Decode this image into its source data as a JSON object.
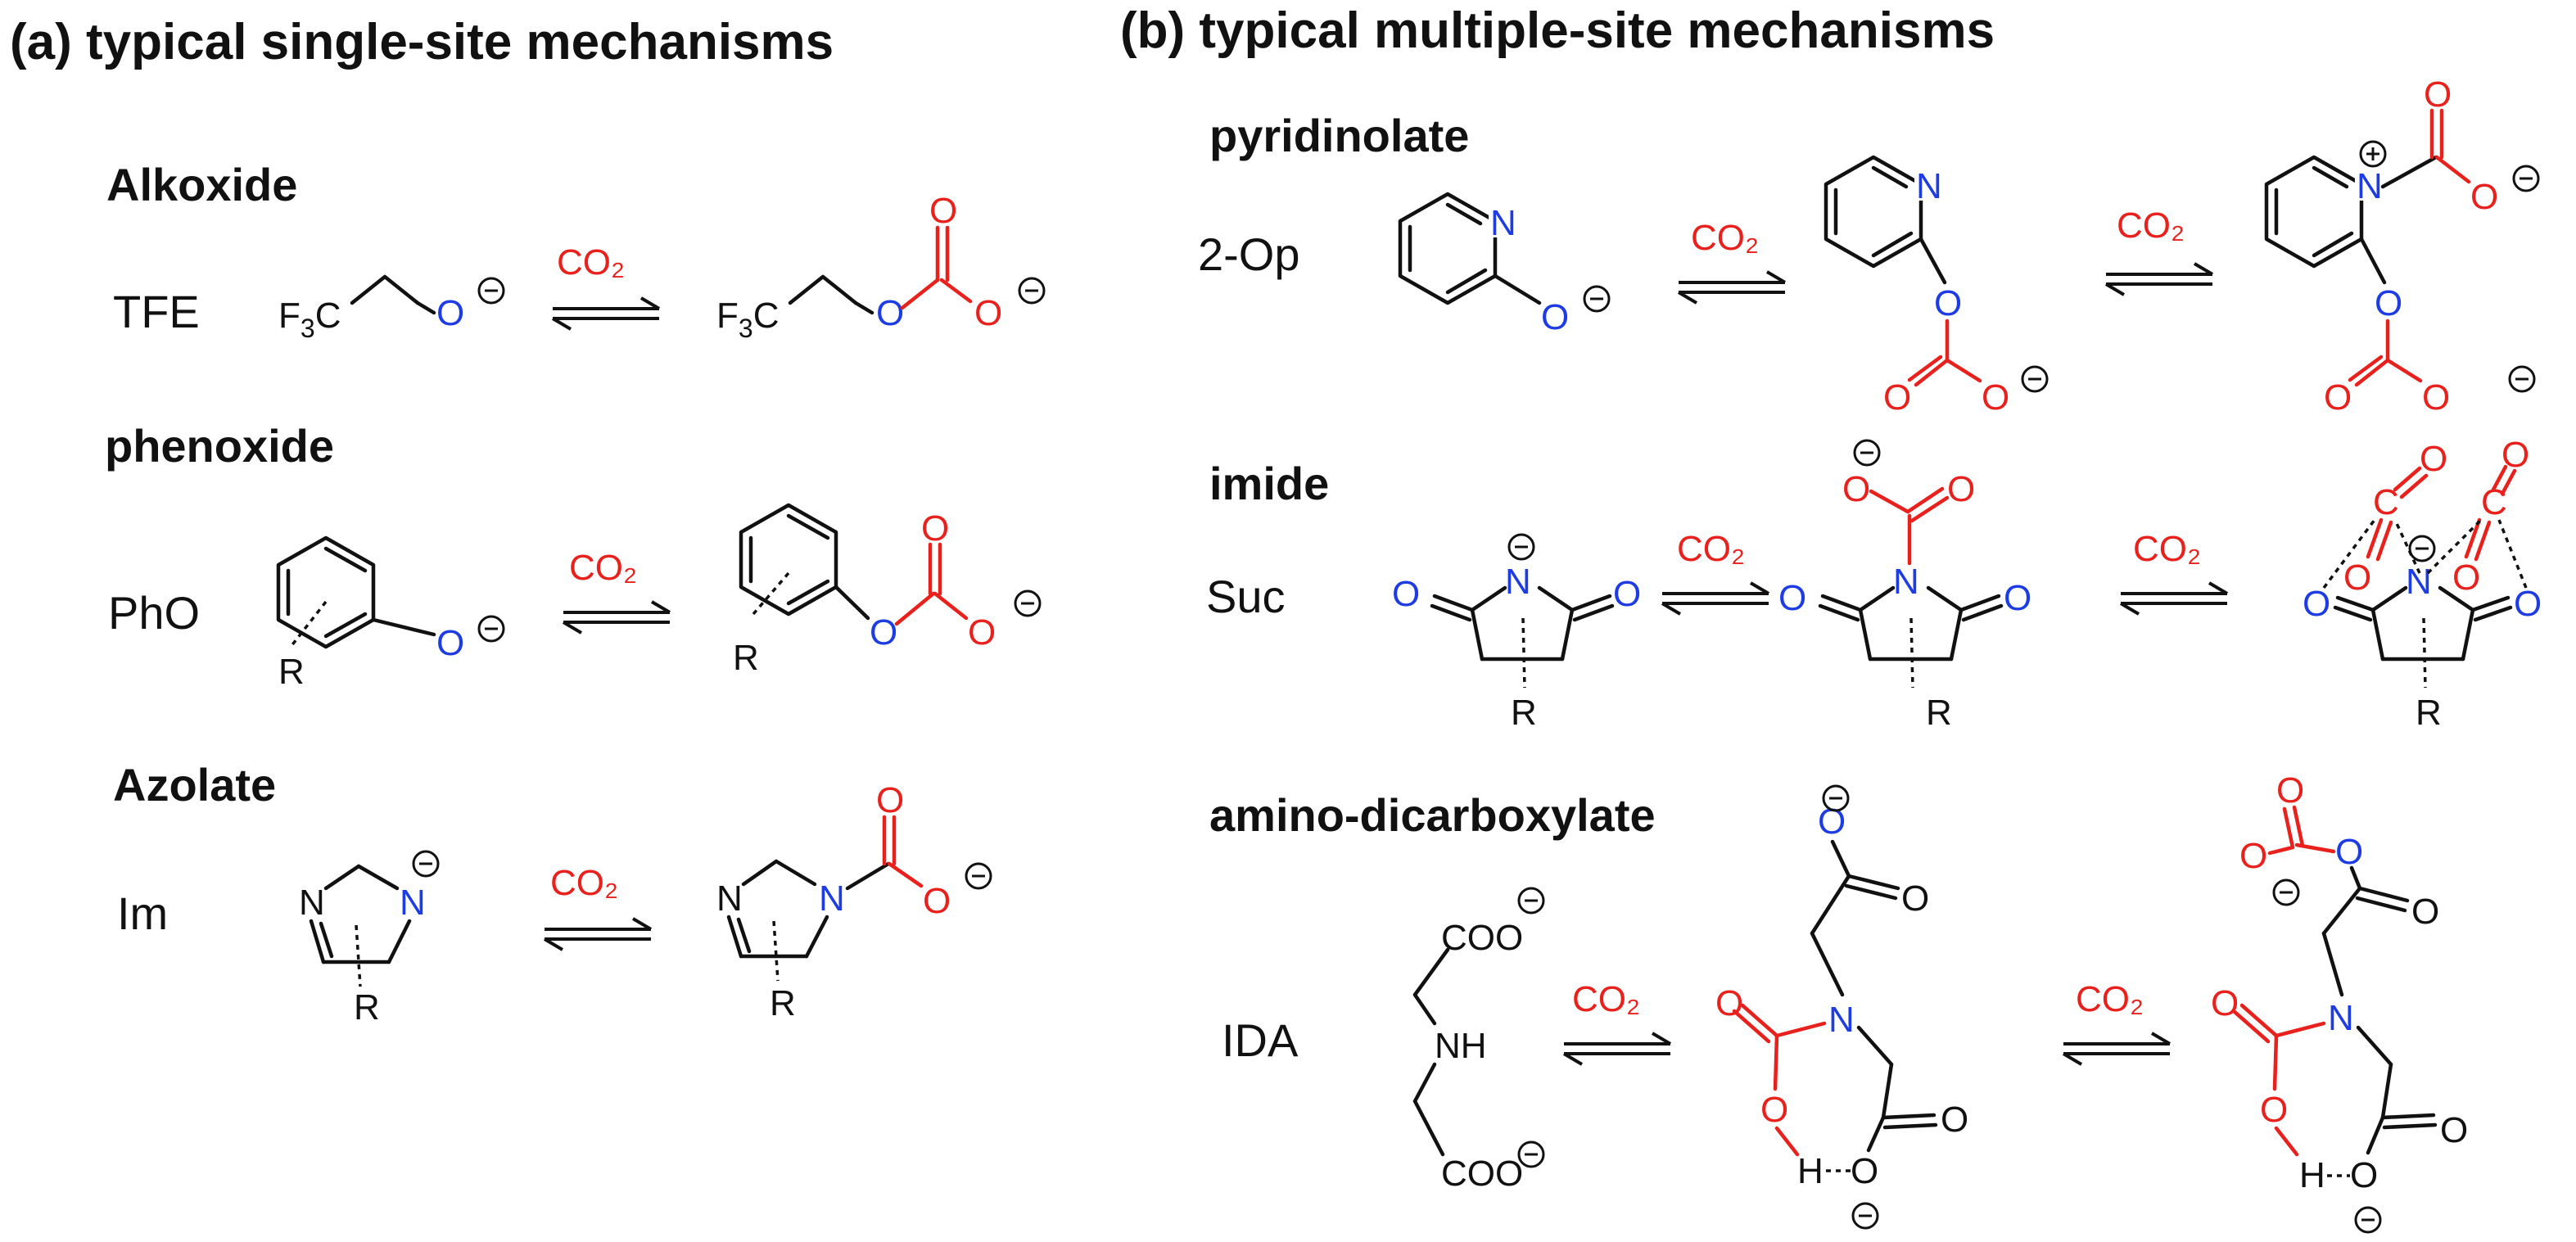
{
  "panels": {
    "a": {
      "title": "(a) typical single-site mechanisms",
      "systems": [
        {
          "class": "Alkoxide",
          "abbr": "TFE",
          "reagent": "CO₂"
        },
        {
          "class": "phenoxide",
          "abbr": "PhO",
          "reagent": "CO₂"
        },
        {
          "class": "Azolate",
          "abbr": "Im",
          "reagent": "CO₂"
        }
      ]
    },
    "b": {
      "title": "(b) typical multiple-site mechanisms",
      "systems": [
        {
          "class": "pyridinolate",
          "abbr": "2-Op",
          "reagent": "CO₂"
        },
        {
          "class": "imide",
          "abbr": "Suc",
          "reagent": "CO₂"
        },
        {
          "class": "amino-dicarboxylate",
          "abbr": "IDA",
          "reagent": "CO₂"
        }
      ]
    }
  },
  "atoms": {
    "o": "O",
    "n": "N",
    "c": "C",
    "r": "R",
    "h": "H",
    "nh": "NH",
    "coo": "COO",
    "f3c_main": "F",
    "f3c_sub": "3",
    "f3c_tail": "C"
  },
  "colors": {
    "black": "#111111",
    "red": "#e8211d",
    "blue": "#1d3ce3"
  }
}
